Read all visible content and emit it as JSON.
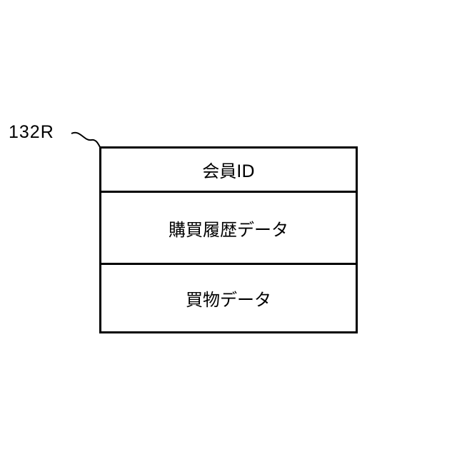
{
  "reference_label": "132R",
  "record": {
    "fields": [
      {
        "label": "会員ID"
      },
      {
        "label": "購買履歴データ"
      },
      {
        "label": "買物データ"
      }
    ]
  }
}
